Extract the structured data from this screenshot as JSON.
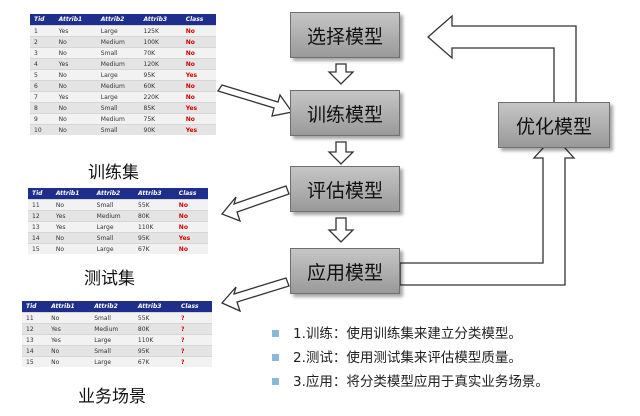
{
  "table_headers": [
    "Tid",
    "Attrib1",
    "Attrib2",
    "Attrib3",
    "Class"
  ],
  "training_set": {
    "caption": "训练集",
    "rows": [
      [
        "1",
        "Yes",
        "Large",
        "125K",
        "No"
      ],
      [
        "2",
        "No",
        "Medium",
        "100K",
        "No"
      ],
      [
        "3",
        "No",
        "Small",
        "70K",
        "No"
      ],
      [
        "4",
        "Yes",
        "Medium",
        "120K",
        "No"
      ],
      [
        "5",
        "No",
        "Large",
        "95K",
        "Yes"
      ],
      [
        "6",
        "No",
        "Medium",
        "60K",
        "No"
      ],
      [
        "7",
        "Yes",
        "Large",
        "220K",
        "No"
      ],
      [
        "8",
        "No",
        "Small",
        "85K",
        "Yes"
      ],
      [
        "9",
        "No",
        "Medium",
        "75K",
        "No"
      ],
      [
        "10",
        "No",
        "Small",
        "90K",
        "Yes"
      ]
    ]
  },
  "test_set": {
    "caption": "测试集",
    "rows": [
      [
        "11",
        "No",
        "Small",
        "55K",
        "No"
      ],
      [
        "12",
        "Yes",
        "Medium",
        "80K",
        "No"
      ],
      [
        "13",
        "Yes",
        "Large",
        "110K",
        "No"
      ],
      [
        "14",
        "No",
        "Small",
        "95K",
        "Yes"
      ],
      [
        "15",
        "No",
        "Large",
        "67K",
        "No"
      ]
    ]
  },
  "business_set": {
    "caption": "业务场景",
    "rows": [
      [
        "11",
        "No",
        "Small",
        "55K",
        "?"
      ],
      [
        "12",
        "Yes",
        "Medium",
        "80K",
        "?"
      ],
      [
        "13",
        "Yes",
        "Large",
        "110K",
        "?"
      ],
      [
        "14",
        "No",
        "Small",
        "95K",
        "?"
      ],
      [
        "15",
        "No",
        "Large",
        "67K",
        "?"
      ]
    ]
  },
  "steps": {
    "select": "选择模型",
    "train": "训练模型",
    "evaluate": "评估模型",
    "apply": "应用模型",
    "optimize": "优化模型"
  },
  "notes": [
    "1.训练：使用训练集来建立分类模型。",
    "2.测试：使用测试集来评估模型质量。",
    "3.应用：将分类模型应用于真实业务场景。"
  ],
  "colors": {
    "table_header": "#1f2e8c",
    "class_text": "#d20000",
    "step_box": "#b0b0b0",
    "bullet": "#8ab8d8"
  }
}
